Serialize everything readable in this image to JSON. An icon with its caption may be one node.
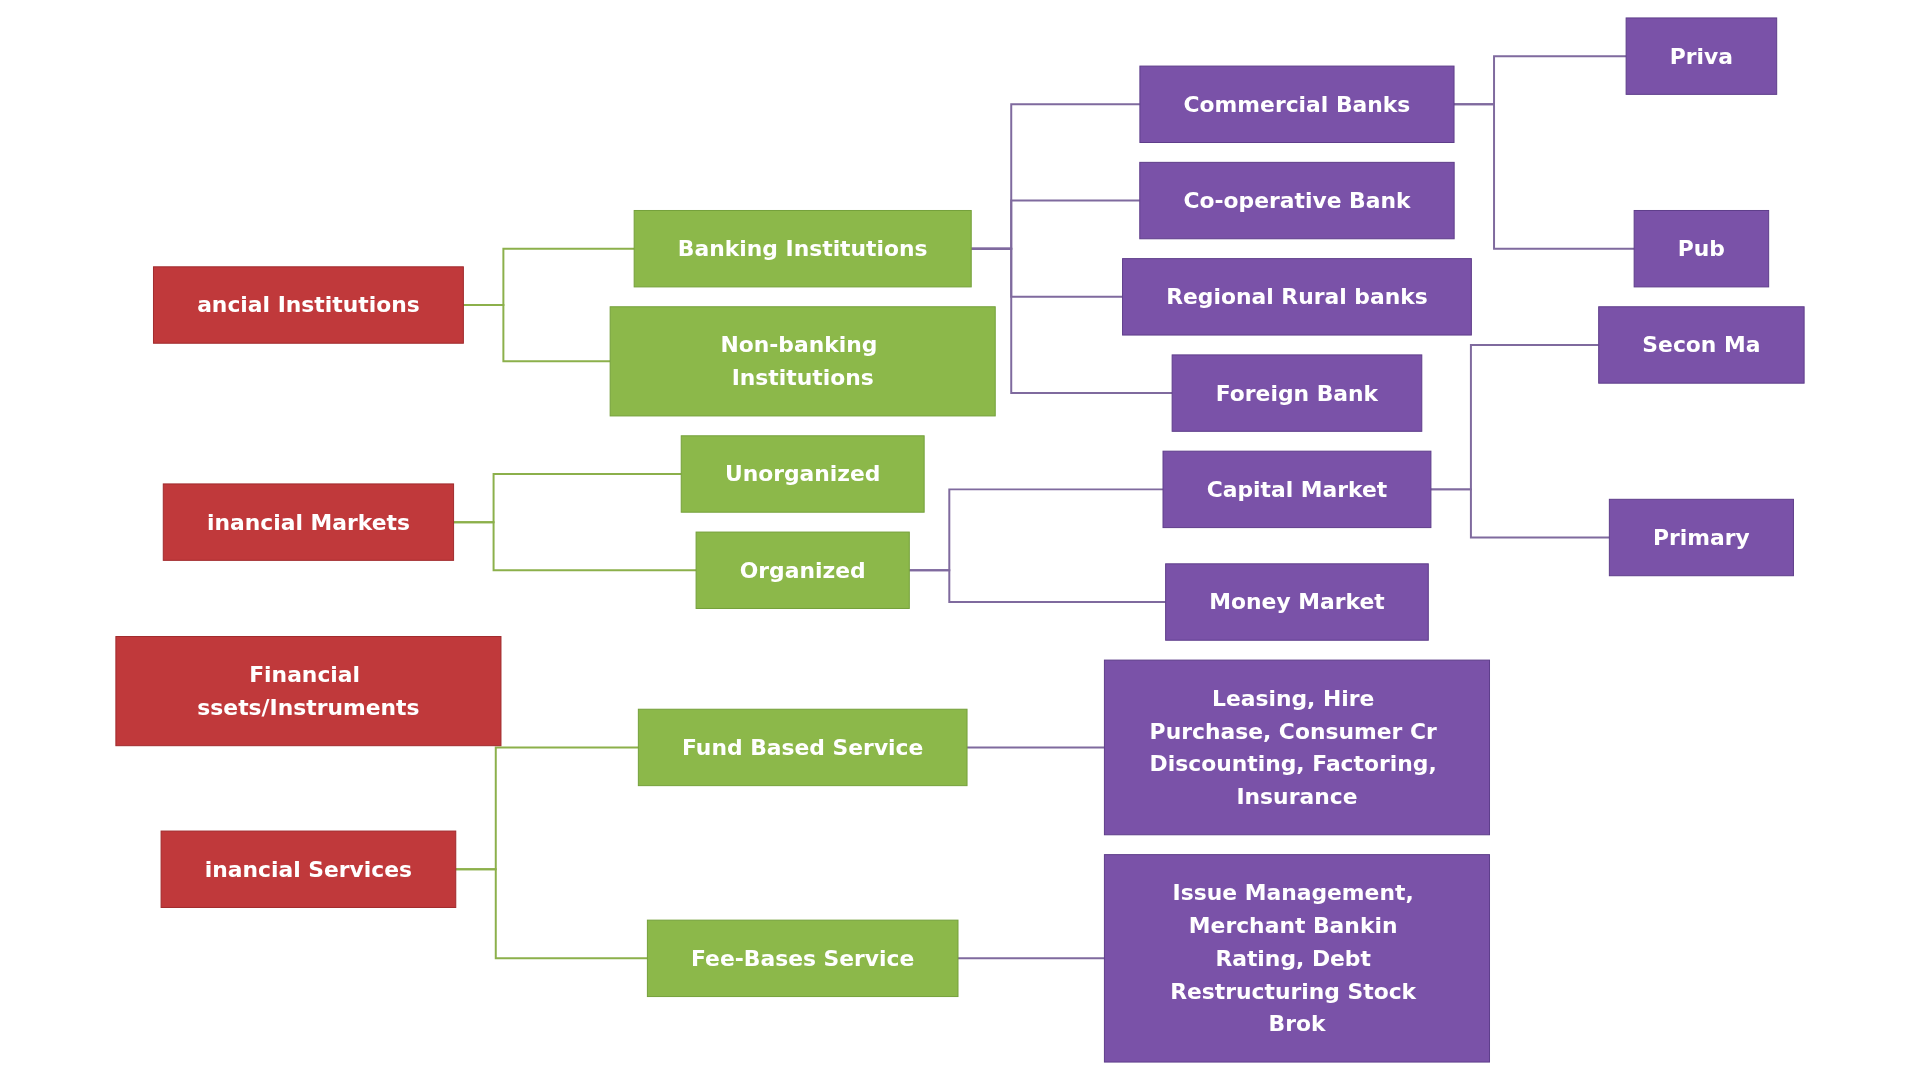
{
  "diagram": {
    "nodes": [
      {
        "text": [
          "ancial Institutions"
        ]
      },
      {
        "text": [
          "Banking Institutions"
        ]
      },
      {
        "text": [
          "Non-banking Institutions"
        ]
      },
      {
        "text": [
          "Commercial Banks"
        ]
      },
      {
        "text": [
          "Co-operative Bank"
        ]
      },
      {
        "text": [
          "Regional Rural banks"
        ]
      },
      {
        "text": [
          "Foreign Bank"
        ]
      },
      {
        "text": [
          "Priva"
        ]
      },
      {
        "text": [
          "Pub"
        ]
      },
      {
        "text": [
          "inancial Markets"
        ]
      },
      {
        "text": [
          "Unorganized"
        ]
      },
      {
        "text": [
          "Organized"
        ]
      },
      {
        "text": [
          "Capital Market"
        ]
      },
      {
        "text": [
          "Money Market"
        ]
      },
      {
        "text": [
          "Secon Ma"
        ]
      },
      {
        "text": [
          "Primary"
        ]
      },
      {
        "text": [
          "Financial ssets/Instruments"
        ]
      },
      {
        "text": [
          "inancial Services"
        ]
      },
      {
        "text": [
          "Fund Based Service"
        ]
      },
      {
        "text": [
          "Fee-Bases Service"
        ]
      },
      {
        "text": [
          "Leasing, Hire Purchase, Consumer Cr Discounting, Factoring, Insurance"
        ]
      },
      {
        "text": [
          "Issue Management, Merchant Bankin Rating, Debt Restructuring Stock Brok"
        ]
      }
    ],
    "edges": [
      {
        "from": 0,
        "to": 1,
        "arrow": "none",
        "color": "#8cb04b"
      },
      {
        "from": 0,
        "to": 2,
        "arrow": "none",
        "color": "#8cb04b"
      },
      {
        "from": 1,
        "to": 3,
        "arrow": "none"
      },
      {
        "from": 1,
        "to": 4,
        "arrow": "none"
      },
      {
        "from": 1,
        "to": 5,
        "arrow": "none"
      },
      {
        "from": 1,
        "to": 6,
        "arrow": "none"
      },
      {
        "from": 3,
        "to": 7,
        "arrow": "none"
      },
      {
        "from": 3,
        "to": 8,
        "arrow": "none"
      },
      {
        "from": 9,
        "to": 10,
        "arrow": "none",
        "color": "#8cb04b"
      },
      {
        "from": 9,
        "to": 11,
        "arrow": "none",
        "color": "#8cb04b"
      },
      {
        "from": 11,
        "to": 12,
        "arrow": "none"
      },
      {
        "from": 11,
        "to": 13,
        "arrow": "none"
      },
      {
        "from": 12,
        "to": 14,
        "arrow": "none"
      },
      {
        "from": 12,
        "to": 15,
        "arrow": "none"
      },
      {
        "from": 17,
        "to": 18,
        "arrow": "none",
        "color": "#8cb04b"
      },
      {
        "from": 17,
        "to": 19,
        "arrow": "none",
        "color": "#8cb04b"
      },
      {
        "from": 18,
        "to": 20,
        "arrow": "none"
      },
      {
        "from": 19,
        "to": 21,
        "arrow": "none"
      }
    ]
  }
}
